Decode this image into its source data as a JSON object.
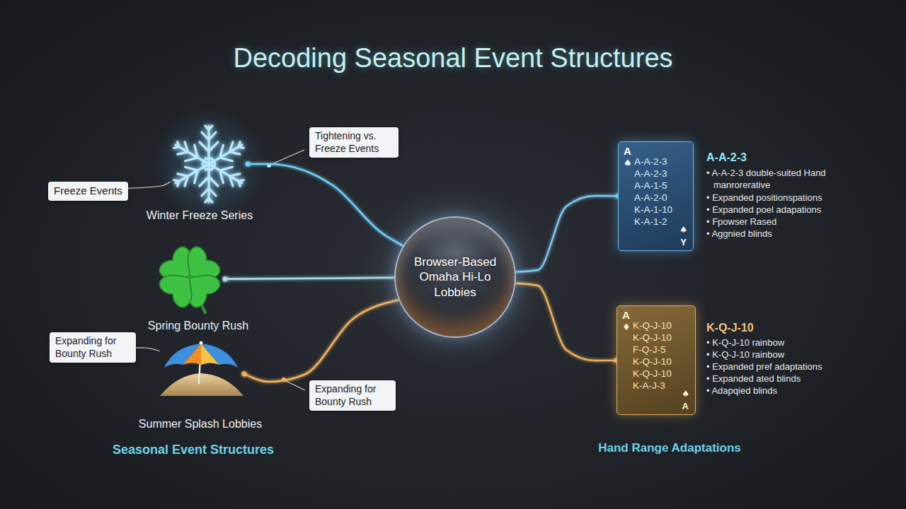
{
  "diagram": {
    "title": "Decoding Seasonal Event Structures",
    "nodes": [
      {
        "text": [
          "Freeze Events"
        ]
      },
      {
        "text": [
          "Winter Freeze Series"
        ]
      },
      {
        "text": [
          "Tightening vs. Freeze Events"
        ]
      },
      {
        "text": [
          "Spring Bounty Rush"
        ]
      },
      {
        "text": [
          "Expanding for Bounty Rush"
        ]
      },
      {
        "text": [
          "Summer Splash Lobbies"
        ]
      },
      {
        "text": [
          "Expanding for Bounty Rush"
        ]
      },
      {
        "text": [
          "Browser-Based Omaha Hi-Lo Lobbies"
        ]
      },
      {
        "text": [
          "A",
          "♠",
          "A-A-2-3",
          "A-A-2-3",
          "A-A-1-5",
          "A-A-2-0",
          "K-A-1-10",
          "K-A-1-2",
          "♠",
          "Y"
        ]
      },
      {
        "text": [
          "A",
          "♦",
          "K-Q-J-10",
          "K-Q-J-10",
          "F-Q-J-5",
          "K-Q-J-10",
          "K-Q-J-10",
          "K-A-J-3",
          "♠",
          "A"
        ]
      }
    ],
    "edges": [
      {
        "from": 0,
        "to": 1,
        "arrow": "none"
      },
      {
        "from": 4,
        "to": 5,
        "arrow": "none"
      },
      {
        "from": 1,
        "to": 7,
        "arrow": "none"
      },
      {
        "from": 3,
        "to": 7,
        "arrow": "none"
      },
      {
        "from": 5,
        "to": 7,
        "arrow": "none"
      },
      {
        "from": 7,
        "to": 8,
        "arrow": "none"
      },
      {
        "from": 7,
        "to": 9,
        "arrow": "none"
      }
    ],
    "labels": [
      "Seasonal Event Structures",
      "Hand Range Adaptations",
      "A-A-2-3",
      "• A-A-2-3 double-suited Hand manrorerative",
      "• Expanded positionspations",
      "• Expanded poel adapations",
      "• Fpowser Rased",
      "• Aggnied blinds",
      "K-Q-J-10",
      "• K-Q-J-10 rainbow",
      "• K-Q-J-10 rainbow",
      "• Expanded pref adaptations",
      "• Expanded ated blinds",
      "• Adapqied blinds"
    ]
  }
}
